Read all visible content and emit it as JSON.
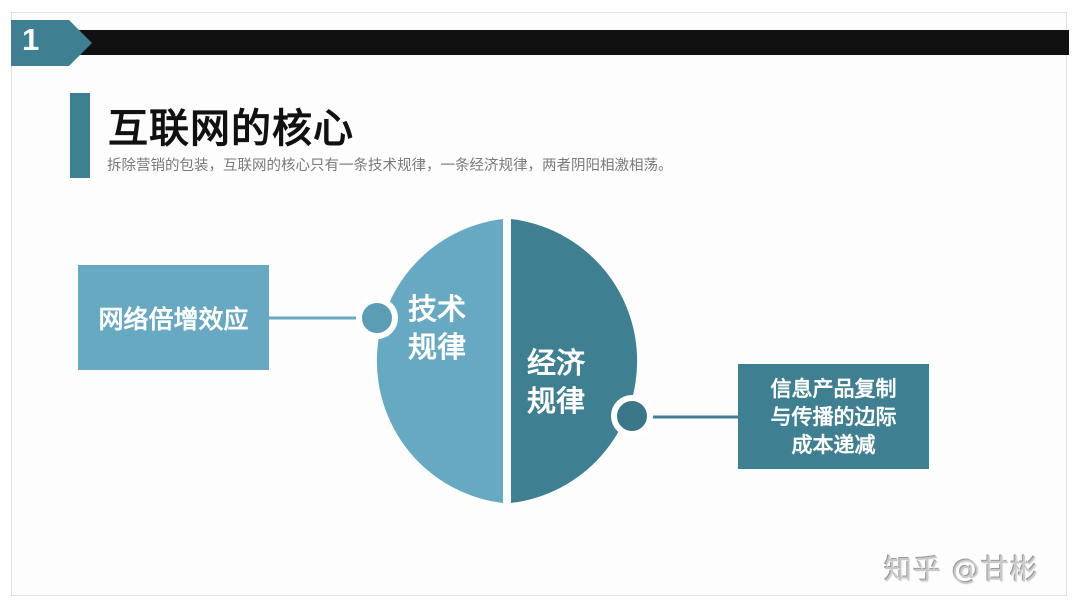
{
  "slide": {
    "number": "1",
    "title": "互联网的核心",
    "subtitle": "拆除营销的包装，互联网的核心只有一条技术规律，一条经济规律，两者阴阳相激相荡。"
  },
  "diagram": {
    "left_half": {
      "label_line1": "技术",
      "label_line2": "规律",
      "color": "#67a9c2"
    },
    "right_half": {
      "label_line1": "经济",
      "label_line2": "规律",
      "color": "#3e7f92"
    },
    "left_callout": {
      "text": "网络倍增效应",
      "color": "#67a9c2"
    },
    "right_callout": {
      "line1": "信息产品复制",
      "line2": "与传播的边际",
      "line3": "成本递减",
      "color": "#3e7f92"
    }
  },
  "colors": {
    "accent_light": "#67a9c2",
    "accent_dark": "#3e7f92",
    "header_bar": "#111111"
  },
  "watermark": "知乎 @甘彬"
}
